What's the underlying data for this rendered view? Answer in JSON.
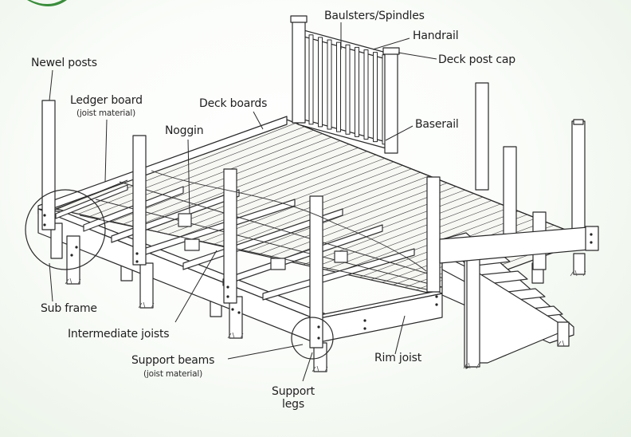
{
  "labels": {
    "balusters": "Baulsters/Spindles",
    "handrail": "Handrail",
    "deck_post_cap": "Deck post cap",
    "newel_posts": "Newel posts",
    "ledger_board": "Ledger board",
    "ledger_note": "(joist material)",
    "deck_boards": "Deck boards",
    "noggin": "Noggin",
    "baserail": "Baserail",
    "sub_frame": "Sub frame",
    "intermediate_joists": "Intermediate joists",
    "support_beams": "Support beams",
    "support_beams_note": "(joist material)",
    "rim_joist": "Rim joist",
    "support_legs_1": "Support",
    "support_legs_2": "legs"
  },
  "colors": {
    "line": "#2a2a2a",
    "wood": "#ffffff",
    "board": "#f6f6f2",
    "background_edge": "#e6f0e3",
    "logo_green": "#3a8d3c"
  }
}
